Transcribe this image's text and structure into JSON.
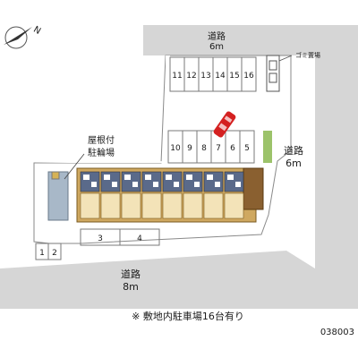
{
  "compass": {
    "north_label": "N"
  },
  "roads": {
    "top": {
      "name": "道路",
      "width": "6m"
    },
    "right": {
      "name": "道路",
      "width": "6m"
    },
    "bottom": {
      "name": "道路",
      "width": "8m"
    }
  },
  "garbage_area": {
    "label": "ゴミ置場"
  },
  "bike_shelter": {
    "line1": "屋根付",
    "line2": "駐輪場"
  },
  "parking": {
    "top_row": [
      "11",
      "12",
      "13",
      "14",
      "15",
      "16"
    ],
    "middle_row": [
      "10",
      "9",
      "8",
      "7",
      "6",
      "5"
    ],
    "front_34": [
      "3",
      "4"
    ],
    "front_12": [
      "1",
      "2"
    ]
  },
  "footer": {
    "note": "※ 敷地内駐車場16台有り",
    "code": "038003"
  },
  "colors": {
    "road": "#d6d6d6",
    "lot": "#ffffff",
    "outline": "#7a7a7a",
    "building_wall": "#a07a3a",
    "unit_floor": "#f3e3b8",
    "unit_interior": "#5a6a8a",
    "hedge": "#9cc36a",
    "car": "#d42020",
    "bike_area": "#a8b8c8"
  }
}
